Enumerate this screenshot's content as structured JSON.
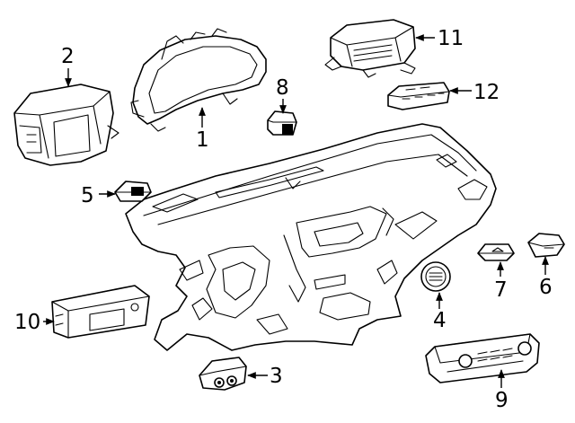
{
  "diagram": {
    "type": "exploded-parts-diagram",
    "background": "#ffffff",
    "line_color": "#000000",
    "callouts": [
      {
        "id": "1",
        "label": "1"
      },
      {
        "id": "2",
        "label": "2"
      },
      {
        "id": "3",
        "label": "3"
      },
      {
        "id": "4",
        "label": "4"
      },
      {
        "id": "5",
        "label": "5"
      },
      {
        "id": "6",
        "label": "6"
      },
      {
        "id": "7",
        "label": "7"
      },
      {
        "id": "8",
        "label": "8"
      },
      {
        "id": "9",
        "label": "9"
      },
      {
        "id": "10",
        "label": "10"
      },
      {
        "id": "11",
        "label": "11"
      },
      {
        "id": "12",
        "label": "12"
      }
    ]
  }
}
